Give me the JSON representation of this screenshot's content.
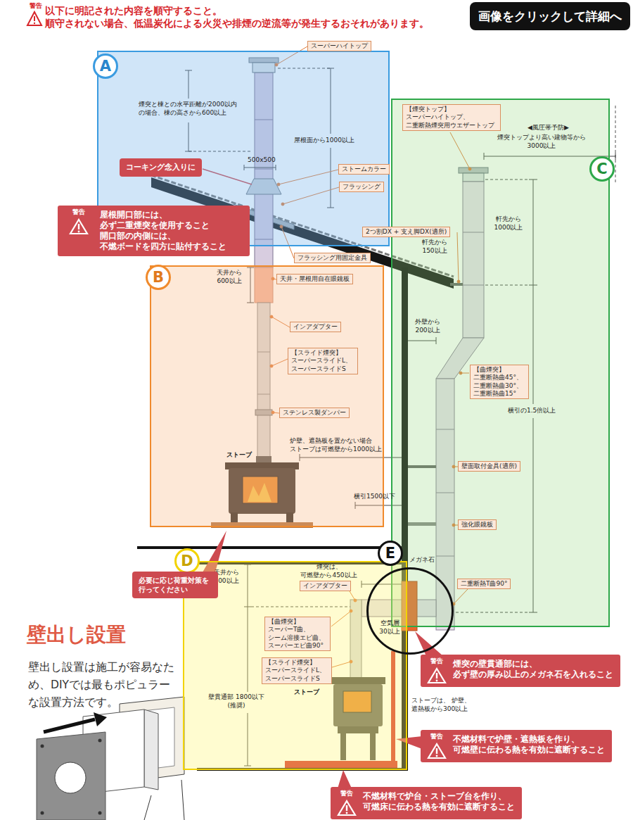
{
  "diagram": {
    "nodes": [
      {
        "text": [
          "画像をクリックして詳細へ"
        ]
      },
      {
        "text": [
          "A"
        ]
      },
      {
        "text": [
          "スーパーハイトップ"
        ]
      },
      {
        "text": [
          "コーキング念入りに"
        ],
        "in": 1
      },
      {
        "text": [
          "ストームカラー"
        ],
        "in": 1
      },
      {
        "text": [
          "フラッシング"
        ],
        "in": 1
      },
      {
        "text": [
          "警告",
          "屋根開口部には、 必ず二重煙突を使用すること 開口部の内側には、 不燃ボードを四方に貼付すること"
        ]
      },
      {
        "text": [
          "C"
        ]
      },
      {
        "text": [
          "【煙突トップ】 スーパーハイトップ、 二重断熱煙突用ウエザートップ"
        ],
        "in": 7
      },
      {
        "text": [
          "2つ割DX + 支え脚DX(適所)"
        ]
      },
      {
        "text": [
          "【曲煙突】 二重断熱曲45°、 二重断熱曲30°、 二重断熱曲15°"
        ],
        "in": 7
      },
      {
        "text": [
          "壁面取付金具(適所)"
        ],
        "in": 7
      },
      {
        "text": [
          "強化眼鏡板"
        ],
        "in": 7
      },
      {
        "text": [
          "二重断熱T曲90°"
        ],
        "in": 7
      },
      {
        "text": [
          "フラッシング用固定金具"
        ]
      },
      {
        "text": [
          "B"
        ]
      },
      {
        "text": [
          "天井・屋根用自在眼鏡板"
        ],
        "in": 15
      },
      {
        "text": [
          "インアダプター"
        ],
        "in": 15
      },
      {
        "text": [
          "【スライド煙突】 スーパースライドL、 スーパースライドS"
        ],
        "in": 15
      },
      {
        "text": [
          "ステンレス製ダンパー"
        ],
        "in": 15
      },
      {
        "text": [
          "必要に応じ荷重対策を 行ってください"
        ]
      },
      {
        "text": [
          "D"
        ]
      },
      {
        "text": [
          "インアダプター"
        ],
        "in": 21
      },
      {
        "text": [
          "【曲煙突】 スーパーT曲、 シーム溶接エビ曲、 スーパーエビ曲90°"
        ],
        "in": 21
      },
      {
        "text": [
          "【スライド煙突】 スーパースライドL、 スーパースライドS"
        ],
        "in": 21
      },
      {
        "text": [
          "E"
        ]
      },
      {
        "text": [
          "警告",
          "煙突の壁貫通部には、 必ず壁の厚み以上のメガネ石を入れること"
        ]
      },
      {
        "text": [
          "警告",
          "不燃材料で炉壁・遮熱板を作り、 可燃壁に伝わる熱を有効に遮断すること"
        ]
      },
      {
        "text": [
          "警告",
          "不燃材料で炉台・ストーブ台を作り、 可燃床に伝わる熱を有効に遮断すること"
        ]
      }
    ],
    "labels": [
      "警告",
      "以下に明記された内容を順守すること。",
      "順守されない場合、低温炭化による火災や排煙の逆流等が発生するおそれがあります。",
      "煙突と棟との水平距離が2000以内 の場合、棟の高さから600以上",
      "屋根面から1000以上",
      "500x500",
      "天井から 600以上",
      "ストーブ",
      "炉壁、遮熱板を置かない場合 ストーブは可燃壁から1000以上",
      "◀風圧帯予防▶",
      "煙突トップより高い建物等から 3000以上",
      "軒先から 1000以上",
      "軒先から 150以上",
      "外壁から 200以上",
      "横引の1.5倍以上",
      "横引1500以下",
      "天井から 600以上",
      "煙突は、 可燃壁から450以上",
      "空気層 30以上",
      "ストーブ",
      "壁貫通部 1800以下(推奨)",
      "ストーブは、 炉壁、遮熱板から300以上",
      "メガネ石",
      "壁出し設置",
      "壁出し設置は施工が容易なた め、DIYでは最もポピュラー な設置方法です。"
    ]
  }
}
